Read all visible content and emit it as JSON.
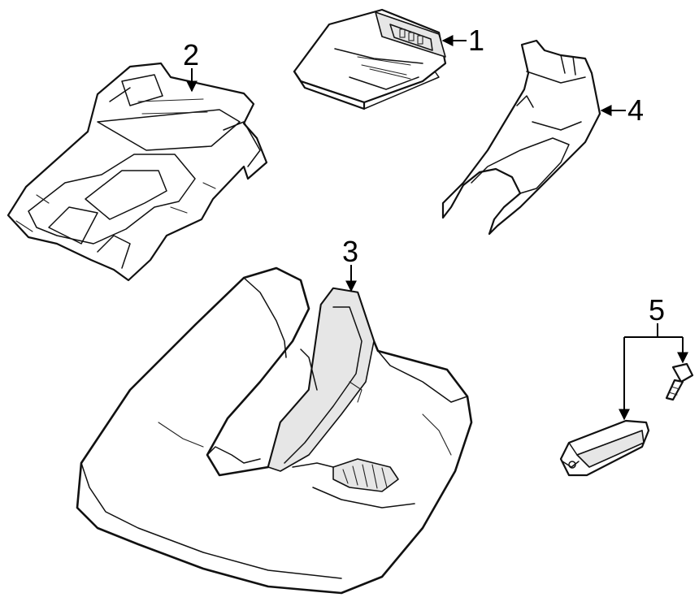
{
  "callouts": [
    {
      "id": "1",
      "label": "1"
    },
    {
      "id": "2",
      "label": "2"
    },
    {
      "id": "3",
      "label": "3"
    },
    {
      "id": "4",
      "label": "4"
    },
    {
      "id": "5",
      "label": "5"
    }
  ],
  "colors": {
    "line": "#111111",
    "shade": "#e6e6e6",
    "background": "#ffffff"
  }
}
